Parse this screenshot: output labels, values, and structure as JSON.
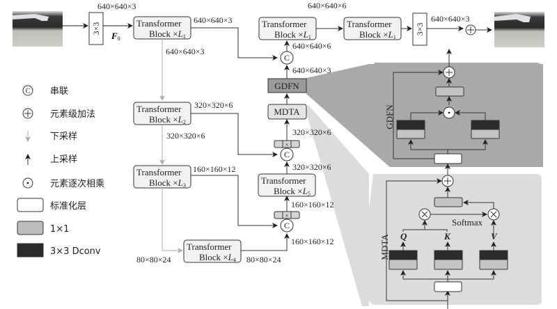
{
  "diagram": {
    "input_image": {
      "label": "input-image"
    },
    "output_image": {
      "label": "output-image"
    },
    "conv_in": "3×3",
    "conv_out": "3×3",
    "f0_label": "F",
    "f0_sub": "0",
    "blocks": [
      {
        "line1": "Transformer",
        "line2": "Block ×",
        "L": "L",
        "sub": "1"
      },
      {
        "line1": "Transformer",
        "line2": "Block ×",
        "L": "L",
        "sub": "2"
      },
      {
        "line1": "Transformer",
        "line2": "Block ×",
        "L": "L",
        "sub": "3"
      },
      {
        "line1": "Transformer",
        "line2": "Block ×",
        "L": "L",
        "sub": "4"
      },
      {
        "line1": "Transformer",
        "line2": "Block ×",
        "L": "L",
        "sub": "5"
      },
      {
        "line1": "Transformer",
        "line2": "Block ×",
        "L": "L",
        "sub": "1"
      },
      {
        "line1": "Transformer",
        "line2": "Block ×",
        "L": "L",
        "sub": "1"
      }
    ],
    "dims": {
      "conv_in_top": "640×640×3",
      "b1_right": "640×640×3",
      "b1_down": "640×640×3",
      "b2_right": "320×320×6",
      "b2_down": "320×320×6",
      "b3_right": "160×160×12",
      "b4_left": "80×80×24",
      "b4_right": "80×80×24",
      "up3_in": "160×160×12",
      "up3_out": "160×160×12",
      "up2_in": "320×320×6",
      "up2_out": "320×320×6",
      "gdfn_out": "640×640×3",
      "concat_top_out": "640×640×6",
      "top_mid": "640×640×6",
      "conv_out_right": "640×640×3"
    },
    "small_conv": "1×1",
    "gdfn_box": "GDFN",
    "mdta_box": "MDTA",
    "concat_symbol": "C",
    "gdfn_panel": {
      "title": "GDFN"
    },
    "mdta_panel": {
      "title": "MDTA",
      "q": "Q",
      "k": "K",
      "v": "V",
      "softmax": "Softmax"
    }
  },
  "legend": [
    {
      "icon": "concat-icon",
      "label": "串联"
    },
    {
      "icon": "element-add-icon",
      "label": "元素级加法"
    },
    {
      "icon": "downsample-arrow-icon",
      "label": "下采样"
    },
    {
      "icon": "upsample-arrow-icon",
      "label": "上采样"
    },
    {
      "icon": "element-multiply-icon",
      "label": "元素逐次相乘"
    },
    {
      "icon": "norm-layer-swatch",
      "label": "标准化层"
    },
    {
      "icon": "conv1x1-swatch",
      "label": "1×1"
    },
    {
      "icon": "dconv3x3-swatch",
      "label": "3×3 Dconv"
    }
  ],
  "colors": {
    "gdfn_panel": "#a9a9a9",
    "mdta_panel": "#dcdcdc",
    "block_fill": "#f2f2f2",
    "conv1x1": "#c4c4c4",
    "dconv": "#2b2b2b",
    "gdfn_box": "#9a9a9a",
    "downsample_line": "#aaaaaa"
  }
}
